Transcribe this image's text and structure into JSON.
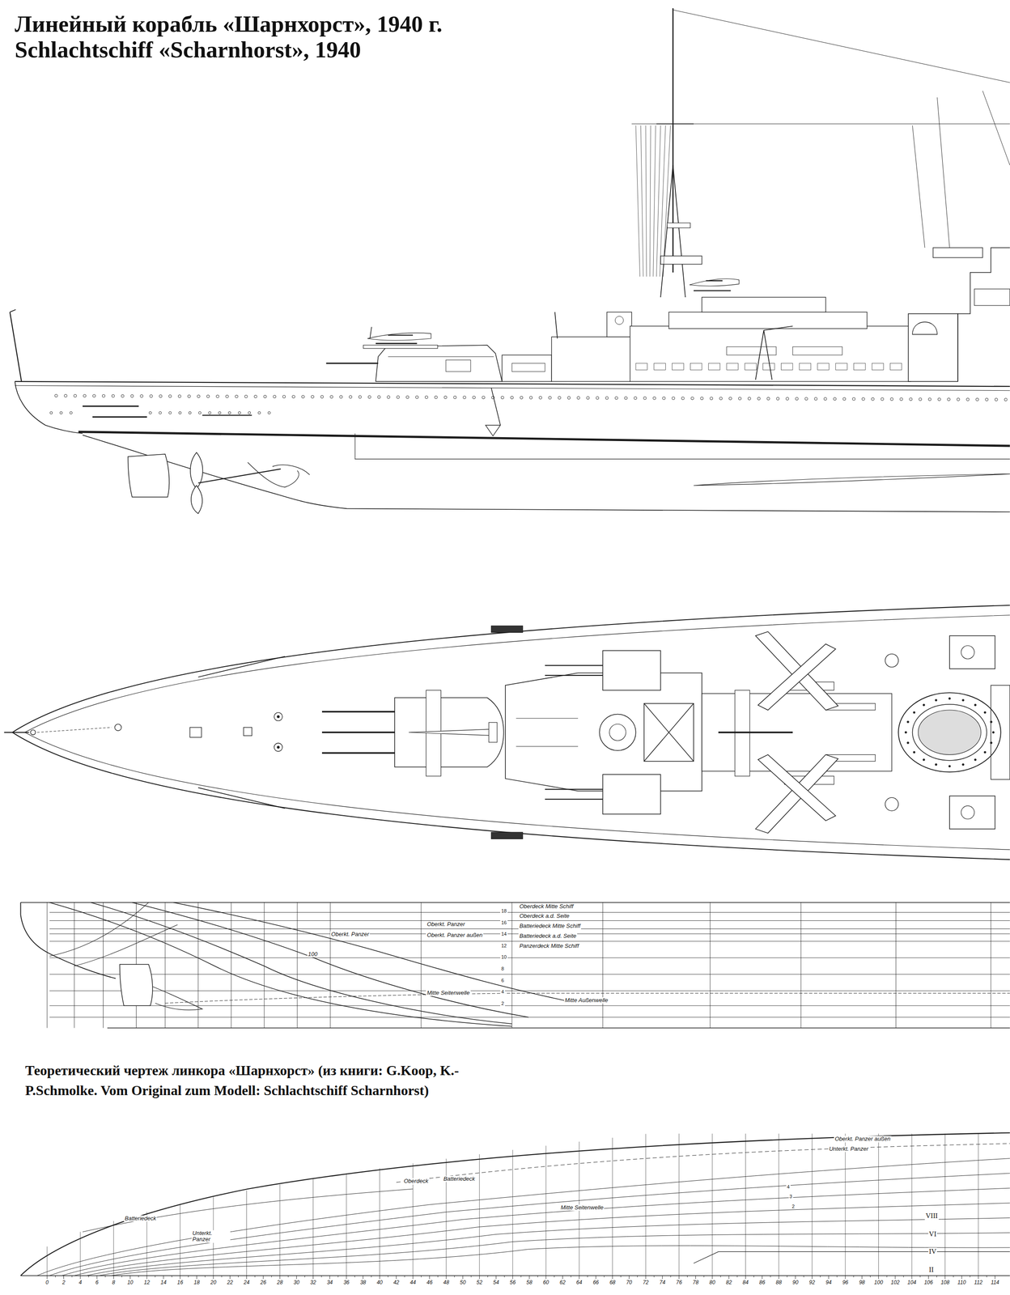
{
  "diagram": {
    "title": "Линейный корабль «Шарнхорст», 1940 г. Schlachtschiff «Scharnhorst», 1940",
    "caption": "Теоретический чертеж линкора «Шарнхорст» (из книги: G.Koop, K.-P.Schmolke. Vom Original zum Modell: Schlachtschiff Scharnhorst)",
    "labels": [
      "Oberdeck Mitte Schiff",
      "Oberdeck a.d. Seite",
      "Oberkt. Panzer",
      "Batteriedeck Mitte Schiff",
      "Oberkt. Panzer außen",
      "Oberkt. Panzer",
      "Batteriedeck a.d. Seite",
      "Panzerdeck Mitte Schiff",
      "100",
      "Mitte Seitenwelle",
      "Mitte Außenwelle",
      "18",
      "16",
      "14",
      "12",
      "10",
      "8",
      "6",
      "4",
      "2",
      "Oberkt. Panzer außen",
      "Unterkt. Panzer",
      "Oberdeck",
      "Batteriedeck",
      "Batteriedeck",
      "Unterkt. Panzer",
      "Mitte Seitenwelle",
      "4",
      "3",
      "2",
      "VIII",
      "VI",
      "IV",
      "II",
      "0",
      "2",
      "4",
      "6",
      "8",
      "10",
      "12",
      "14",
      "16",
      "18",
      "20",
      "22",
      "24",
      "26",
      "28",
      "30",
      "32",
      "34",
      "36",
      "38",
      "40",
      "42",
      "44",
      "46",
      "48",
      "50",
      "52",
      "54",
      "56",
      "58",
      "60",
      "62",
      "64",
      "66",
      "68",
      "70",
      "72",
      "74",
      "76",
      "78",
      "80",
      "82",
      "84",
      "86",
      "88",
      "90",
      "92",
      "94",
      "96",
      "98",
      "100",
      "102",
      "104",
      "106",
      "108",
      "110",
      "112",
      "114"
    ]
  }
}
